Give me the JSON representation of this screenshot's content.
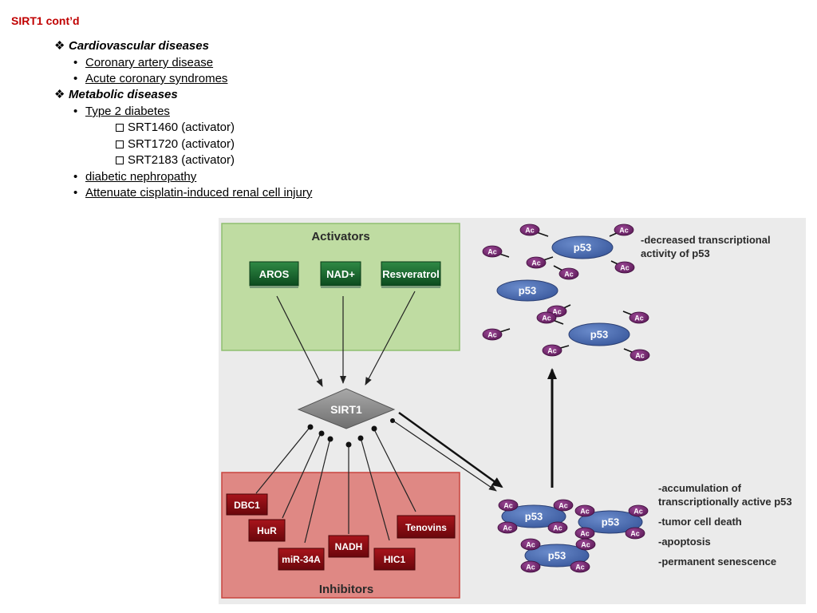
{
  "slide": {
    "title": "SIRT1 cont’d",
    "list": [
      {
        "text": "Cardiovascular diseases"
      },
      {
        "text": "Coronary artery disease"
      },
      {
        "text": "Acute coronary syndromes"
      },
      {
        "text": "Metabolic diseases"
      },
      {
        "text": "Type 2 diabetes"
      },
      {
        "text": "SRT1460 (activator)"
      },
      {
        "text": "SRT1720 (activator)"
      },
      {
        "text": "SRT2183 (activator)"
      },
      {
        "text": "diabetic nephropathy"
      },
      {
        "text": "Attenuate cisplatin-induced renal cell injury"
      }
    ]
  },
  "diagram": {
    "activators": {
      "title": "Activators",
      "items": [
        "AROS",
        "NAD+",
        "Resveratrol"
      ]
    },
    "hub": "SIRT1",
    "inhibitors": {
      "title": "Inhibitors",
      "items": [
        "DBC1",
        "HuR",
        "miR-34A",
        "NADH",
        "HIC1",
        "Tenovins"
      ]
    },
    "protein": "p53",
    "acetyl": "Ac",
    "top_note": [
      "-decreased transcriptional",
      "activity of p53"
    ],
    "bottom_notes": [
      "-accumulation of",
      "transcriptionally active p53",
      "-tumor cell death",
      "-apoptosis",
      "-permanent senescence"
    ],
    "colors": {
      "activator_panel": "#bfdca2",
      "activator_box": "#1d6b30",
      "inhibitor_panel": "#df8884",
      "inhibitor_box": "#8b0f14",
      "p53": "#4b6db3",
      "acetyl": "#7e2c79",
      "hub": "#8c8c8c",
      "background": "#ebebeb"
    }
  }
}
